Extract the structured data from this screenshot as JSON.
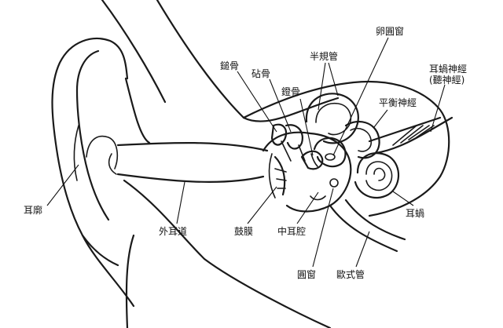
{
  "labels": {
    "ear_auricle": "耳廓",
    "ear_canal": "外耳道",
    "eardrum": "鼓膜",
    "middle_ear": "中耳腔",
    "round_window": "圓窗",
    "eustachian_tube": "歐式管",
    "cochlea": "耳蝸",
    "malleus": "鎚骨",
    "incus": "砧骨",
    "stapes": "鐙骨",
    "semicircular": "半規管",
    "oval_window": "卵圓窗",
    "vestibular_nerve": "平衡神經",
    "cochlear_nerve_1": "耳蝸神經",
    "cochlear_nerve_2": "(聽神經)"
  }
}
